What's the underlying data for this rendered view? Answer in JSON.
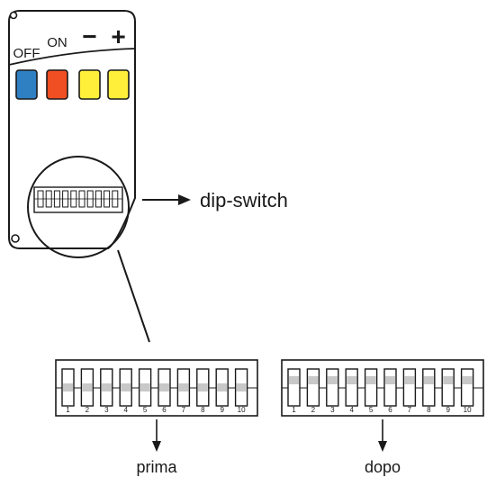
{
  "device": {
    "buttons": [
      {
        "label": "OFF",
        "color": "#2f7fc3",
        "type": "text"
      },
      {
        "label": "ON",
        "color": "#f04e23",
        "type": "text"
      },
      {
        "label": "−",
        "color": "#ffef3a",
        "type": "sign",
        "icon": "minus-icon"
      },
      {
        "label": "+",
        "color": "#ffef3a",
        "type": "sign",
        "icon": "plus-icon"
      }
    ],
    "callout_label": "dip-switch"
  },
  "panels": [
    {
      "caption": "prima",
      "positions": [
        "down",
        "down",
        "down",
        "down",
        "down",
        "down",
        "down",
        "down",
        "down",
        "down"
      ]
    },
    {
      "caption": "dopo",
      "positions": [
        "up",
        "up",
        "up",
        "up",
        "up",
        "up",
        "up",
        "up",
        "up",
        "up"
      ]
    }
  ],
  "switch_numbers": [
    "1",
    "2",
    "3",
    "4",
    "5",
    "6",
    "7",
    "8",
    "9",
    "10"
  ],
  "colors": {
    "stroke": "#1a1a1a",
    "toggle": "#c8c8c8"
  }
}
